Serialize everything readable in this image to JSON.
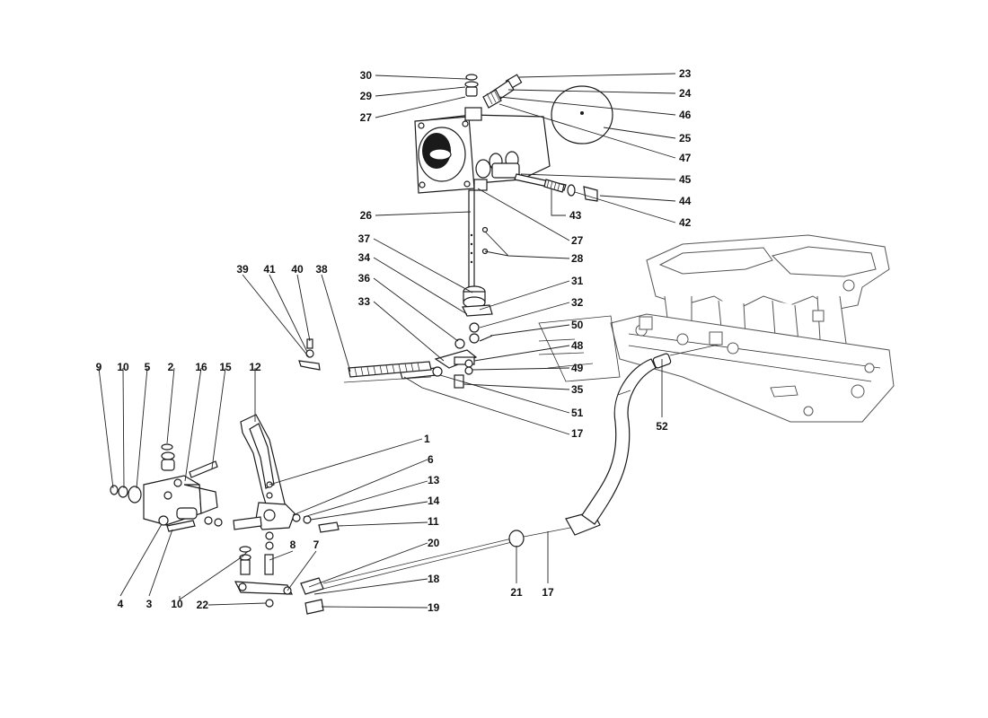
{
  "diagram": {
    "labels": [
      "1",
      "2",
      "3",
      "4",
      "5",
      "6",
      "7",
      "8",
      "9",
      "10",
      "11",
      "12",
      "13",
      "14",
      "15",
      "16",
      "17",
      "18",
      "19",
      "20",
      "21",
      "22",
      "23",
      "24",
      "25",
      "26",
      "27",
      "28",
      "29",
      "30",
      "31",
      "32",
      "33",
      "34",
      "35",
      "36",
      "37",
      "38",
      "39",
      "40",
      "41",
      "42",
      "43",
      "44",
      "45",
      "46",
      "47",
      "48",
      "49",
      "50",
      "51",
      "52"
    ],
    "colors": {
      "line": "#1a1a1a",
      "background": "#ffffff",
      "ghost": "#555555"
    }
  }
}
